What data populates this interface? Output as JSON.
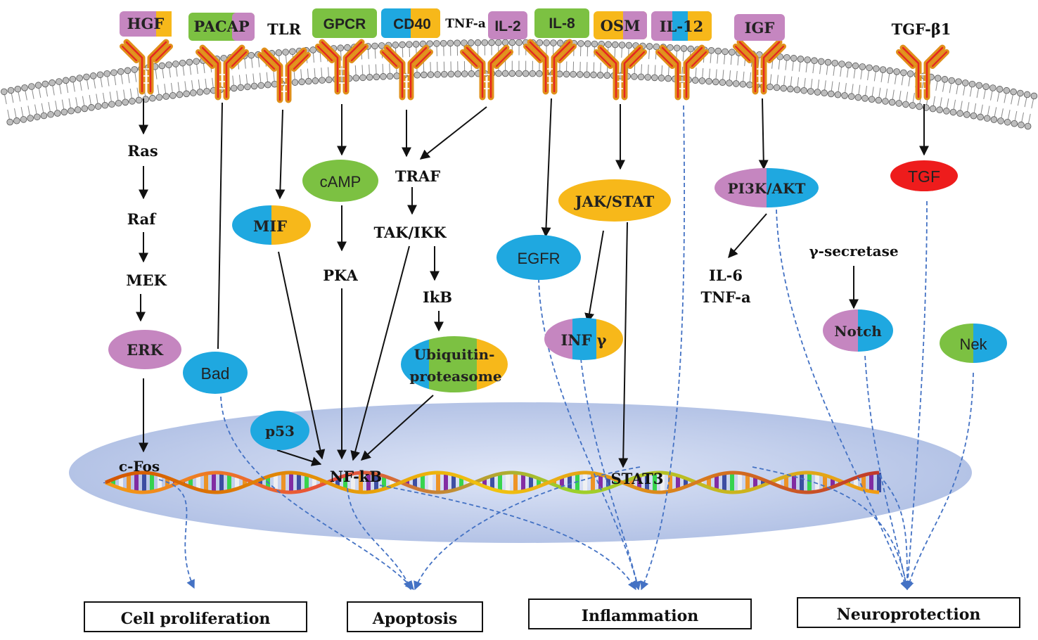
{
  "colors": {
    "pink": "#c586c0",
    "blue": "#1fa8e0",
    "green": "#7cc142",
    "orange": "#f7b81a",
    "red": "#ee1c1c",
    "receptor": "#f0a020",
    "nucleus": "#b9c7e8",
    "flow": "#4472c4"
  },
  "ligands": [
    {
      "id": "hgf",
      "label": "HGF"
    },
    {
      "id": "pacap",
      "label": "PACAP"
    },
    {
      "id": "tlr",
      "label": "TLR"
    },
    {
      "id": "gpcr",
      "label": "GPCR"
    },
    {
      "id": "cd40",
      "label": "CD40"
    },
    {
      "id": "tnfa",
      "label": "TNF-a"
    },
    {
      "id": "il2",
      "label": "IL-2"
    },
    {
      "id": "il8",
      "label": "IL-8"
    },
    {
      "id": "osm",
      "label": "OSM"
    },
    {
      "id": "il12",
      "label": "IL-12"
    },
    {
      "id": "igf",
      "label": "IGF"
    },
    {
      "id": "tgfb1",
      "label": "TGF-β1"
    }
  ],
  "nodes": {
    "ras": "Ras",
    "raf": "Raf",
    "mek": "MEK",
    "erk": "ERK",
    "cfos": "c-Fos",
    "bad": "Bad",
    "mif": "MIF",
    "camp": "cAMP",
    "pka": "PKA",
    "traf": "TRAF",
    "takikk": "TAK/IKK",
    "ikb": "IkB",
    "ubiquitin_1": "Ubiquitin-",
    "ubiquitin_2": "proteasome",
    "p53": "p53",
    "nfkb": "NF-kB",
    "egfr": "EGFR",
    "jakstat": "JAK/STAT",
    "infg": "INF γ",
    "stat3": "STAT3",
    "pi3k": "PI3K/AKT",
    "il6_1": "IL-6",
    "il6_2": "TNF-a",
    "gsec": "γ-secretase",
    "notch": "Notch",
    "tgf": "TGF",
    "nek": "Nek"
  },
  "outcomes": [
    {
      "id": "proliferation",
      "label": "Cell proliferation"
    },
    {
      "id": "apoptosis",
      "label": "Apoptosis"
    },
    {
      "id": "inflammation",
      "label": "Inflammation"
    },
    {
      "id": "neuroprotection",
      "label": "Neuroprotection"
    }
  ]
}
